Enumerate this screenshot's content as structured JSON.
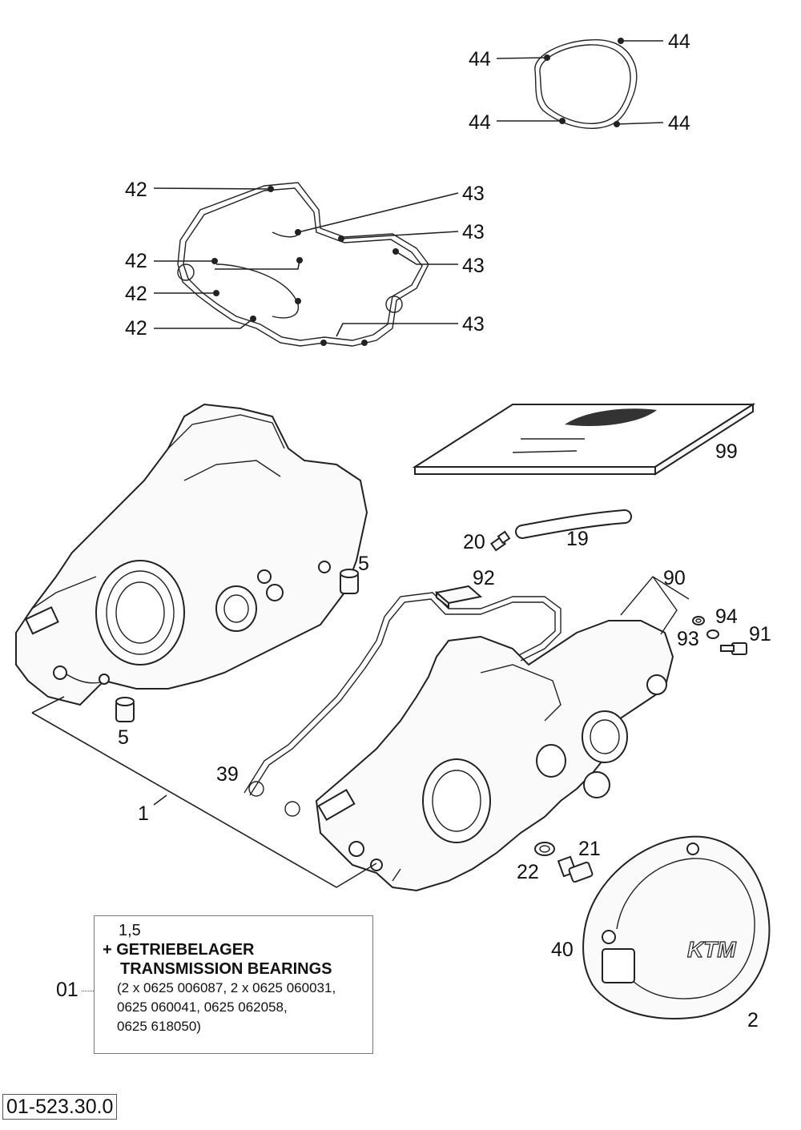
{
  "callouts": {
    "c44a": "44",
    "c44b": "44",
    "c44c": "44",
    "c44d": "44",
    "c42a": "42",
    "c42b": "42",
    "c42c": "42",
    "c42d": "42",
    "c43a": "43",
    "c43b": "43",
    "c43c": "43",
    "c43d": "43",
    "c99": "99",
    "c20": "20",
    "c19": "19",
    "c5a": "5",
    "c5b": "5",
    "c92": "92",
    "c90": "90",
    "c94": "94",
    "c93": "93",
    "c91": "91",
    "c39": "39",
    "c1": "1",
    "c21": "21",
    "c22": "22",
    "c40": "40",
    "c2": "2"
  },
  "kit": {
    "code": "01",
    "line1": "1,5",
    "line2": "+ GETRIEBELAGER",
    "line3": "TRANSMISSION BEARINGS",
    "line4": "(2 x 0625 006087, 2 x 0625 060031,",
    "line5": "0625 060041, 0625 062058,",
    "line6": "0625 618050)"
  },
  "reference": "01-523.30.0"
}
